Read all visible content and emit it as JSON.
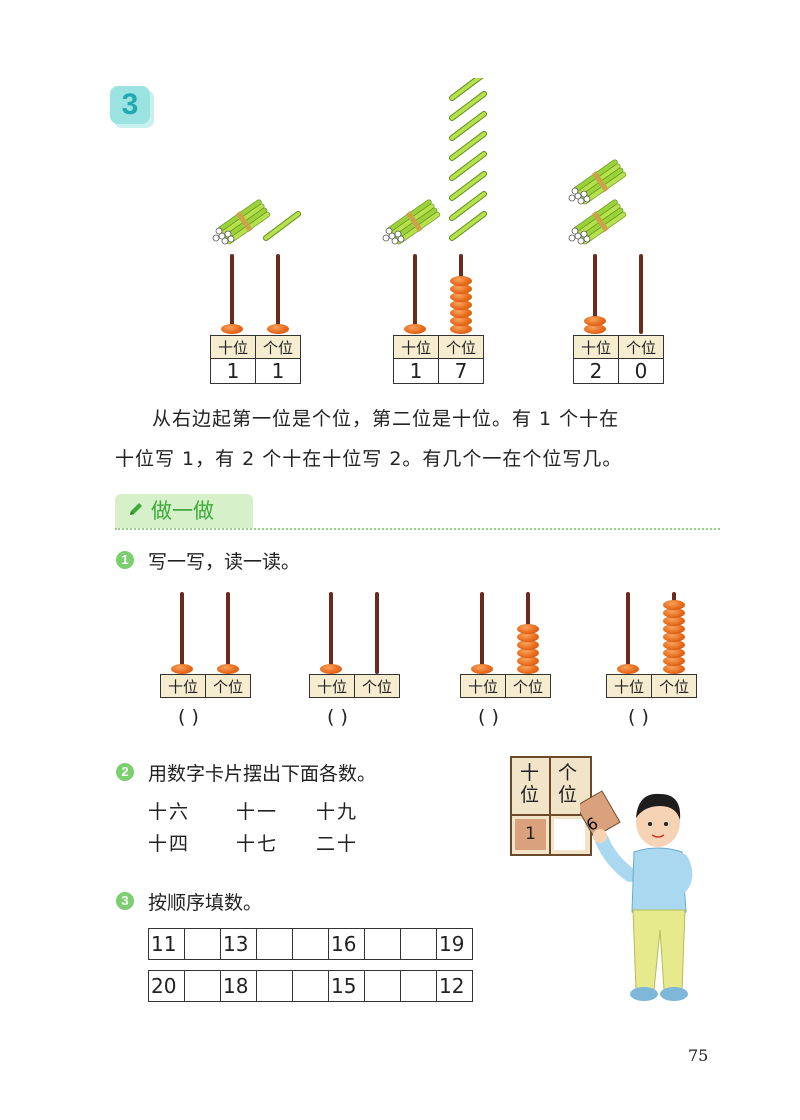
{
  "example": {
    "number": "3"
  },
  "place_labels": {
    "tens": "十位",
    "ones": "个位"
  },
  "examples": [
    {
      "tens_digit": "1",
      "ones_digit": "1",
      "tens_beads": 1,
      "ones_beads": 1
    },
    {
      "tens_digit": "1",
      "ones_digit": "7",
      "tens_beads": 1,
      "ones_beads": 7
    },
    {
      "tens_digit": "2",
      "ones_digit": "0",
      "tens_beads": 2,
      "ones_beads": 0
    }
  ],
  "explanation": {
    "line1": "从右边起第一位是个位，第二位是十位。有 1 个十在",
    "line2": "十位写 1，有 2 个十在十位写 2。有几个一在个位写几。"
  },
  "section": {
    "title": "做一做"
  },
  "exercise1": {
    "number": "1",
    "prompt": "写一写，读一读。",
    "items": [
      {
        "tens_beads": 1,
        "ones_beads": 1,
        "answer": "(    )"
      },
      {
        "tens_beads": 1,
        "ones_beads": 0,
        "answer": "(    )"
      },
      {
        "tens_beads": 1,
        "ones_beads": 6,
        "answer": "(    )"
      },
      {
        "tens_beads": 1,
        "ones_beads": 9,
        "answer": "(    )"
      }
    ]
  },
  "exercise2": {
    "number": "2",
    "prompt": "用数字卡片摆出下面各数。",
    "row1": [
      "十六",
      "十一",
      "十九"
    ],
    "row2": [
      "十四",
      "十七",
      "二十"
    ],
    "card": {
      "tens_label_top": "十",
      "tens_label_bottom": "位",
      "ones_label_top": "个",
      "ones_label_bottom": "位",
      "tens_value": "1",
      "held_card": "6"
    }
  },
  "exercise3": {
    "number": "3",
    "prompt": "按顺序填数。",
    "row1": [
      "11",
      "",
      "13",
      "",
      "",
      "16",
      "",
      "",
      "19"
    ],
    "row2": [
      "20",
      "",
      "18",
      "",
      "",
      "15",
      "",
      "",
      "12"
    ]
  },
  "page_number": "75",
  "colors": {
    "accent_green": "#7ccf6e",
    "bead_orange": "#e86a1c",
    "header_cream": "#f6eccf"
  }
}
